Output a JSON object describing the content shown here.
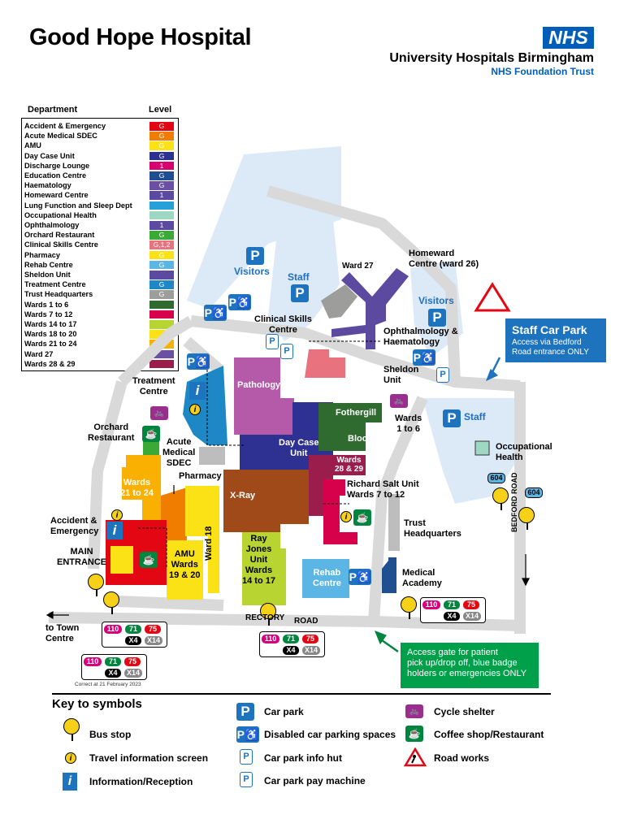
{
  "header": {
    "title": "Good Hope Hospital",
    "nhs_logo": "NHS",
    "trust_name": "University Hospitals Birmingham",
    "trust_sub": "NHS Foundation Trust"
  },
  "legend": {
    "dept_header": "Department",
    "level_header": "Level",
    "rows": [
      {
        "name": "Accident & Emergency",
        "level": "G",
        "color": "#e30613"
      },
      {
        "name": "Acute Medical SDEC",
        "level": "G",
        "color": "#f07d00"
      },
      {
        "name": "AMU",
        "level": "G",
        "color": "#fbe216"
      },
      {
        "name": "Day Case Unit",
        "level": "G",
        "color": "#2e3192"
      },
      {
        "name": "Discharge Lounge",
        "level": "1",
        "color": "#d6006e"
      },
      {
        "name": "Education Centre",
        "level": "G",
        "color": "#1d4f91"
      },
      {
        "name": "Haematology",
        "level": "G",
        "color": "#6a4fa3"
      },
      {
        "name": "Homeward Centre",
        "level": "1",
        "color": "#5b4aa0"
      },
      {
        "name": "Lung Function and Sleep Dept",
        "level": "",
        "color": "#27a0d9"
      },
      {
        "name": "Occupational Health",
        "level": "",
        "color": "#9fd7c5"
      },
      {
        "name": "Ophthalmology",
        "level": "1",
        "color": "#5b4aa0"
      },
      {
        "name": "Orchard Restaurant",
        "level": "G",
        "color": "#3aa935"
      },
      {
        "name": "Clinical Skills Centre",
        "level": "G,1,2",
        "color": "#e8737f"
      },
      {
        "name": "Pharmacy",
        "level": "G",
        "color": "#fbe216"
      },
      {
        "name": "Rehab Centre",
        "level": "G",
        "color": "#5bb6e6"
      },
      {
        "name": "Sheldon Unit",
        "level": "",
        "color": "#5b4aa0"
      },
      {
        "name": "Treatment Centre",
        "level": "G",
        "color": "#1e88c7"
      },
      {
        "name": "Trust Headquarters",
        "level": "G",
        "color": "#9d9d9c"
      },
      {
        "name": "Wards 1 to 6",
        "level": "",
        "color": "#2f6b2f"
      },
      {
        "name": "Wards 7 to 12",
        "level": "",
        "color": "#d6004b"
      },
      {
        "name": "Wards 14 to 17",
        "level": "",
        "color": "#b8d431"
      },
      {
        "name": "Wards 18 to 20",
        "level": "",
        "color": "#fbe216"
      },
      {
        "name": "Wards 21 to 24",
        "level": "",
        "color": "#f9b000"
      },
      {
        "name": "Ward 27",
        "level": "",
        "color": "#6a4fa3"
      },
      {
        "name": "Wards 28 & 29",
        "level": "",
        "color": "#9b1d4b"
      }
    ]
  },
  "map": {
    "labels": {
      "treatment_centre": "Treatment\nCentre",
      "orchard_restaurant": "Orchard\nRestaurant",
      "acute_sdec": "Acute\nMedical\nSDEC",
      "pharmacy": "Pharmacy",
      "wards_21_24": "Wards\n21 to 24",
      "ae": "Accident &\nEmergency",
      "main_entrance": "MAIN\nENTRANCE",
      "amu": "AMU\nWards\n19 & 20",
      "ward_18": "Ward 18",
      "pathology": "Pathology",
      "day_case": "Day Case\nUnit",
      "xray": "X-Ray",
      "ray_jones": "Ray\nJones\nUnit\nWards\n14 to 17",
      "fothergill": "Fothergill",
      "block": "Block",
      "wards_28_29": "Wards\n28 & 29",
      "richard_salt": "Richard Salt Unit\nWards 7 to 12",
      "rehab": "Rehab\nCentre",
      "trust_hq": "Trust\nHeadquarters",
      "medical_academy": "Medical\nAcademy",
      "wards_1_6": "Wards\n1 to 6",
      "occ_health": "Occupational\nHealth",
      "clinical_skills": "Clinical Skills\nCentre",
      "ward_27": "Ward 27",
      "homeward": "Homeward\nCentre (ward 26)",
      "ophthalmology": "Ophthalmology &\nHaematology",
      "sheldon": "Sheldon\nUnit",
      "visitors_1": "Visitors",
      "staff_1": "Staff",
      "visitors_2": "Visitors",
      "staff_2": "Staff",
      "rectory_road_1": "RECTORY",
      "rectory_road_2": "ROAD",
      "bedford_road": "BEDFORD ROAD",
      "to_town": "to Town\nCentre"
    },
    "staff_car_park_callout": {
      "title": "Staff Car Park",
      "body": "Access via Bedford\nRoad entrance ONLY"
    },
    "access_gate_callout": "Access gate for patient\npick up/drop off, blue badge\nholders or emergencies ONLY",
    "route_labels": {
      "r110": "110",
      "r71": "71",
      "r75": "75",
      "x4": "X4",
      "x14": "X14",
      "r604": "604"
    },
    "correct_at": "Correct at 21 February 2023",
    "p": "P",
    "info_glyph": "i"
  },
  "key": {
    "title": "Key to symbols",
    "items": [
      {
        "label": "Bus stop"
      },
      {
        "label": "Travel information screen"
      },
      {
        "label": "Information/Reception"
      },
      {
        "label": "Car park"
      },
      {
        "label": "Disabled car parking spaces"
      },
      {
        "label": "Car park info hut"
      },
      {
        "label": "Car park pay machine"
      },
      {
        "label": "Cycle shelter"
      },
      {
        "label": "Coffee shop/Restaurant"
      },
      {
        "label": "Road works"
      }
    ]
  }
}
